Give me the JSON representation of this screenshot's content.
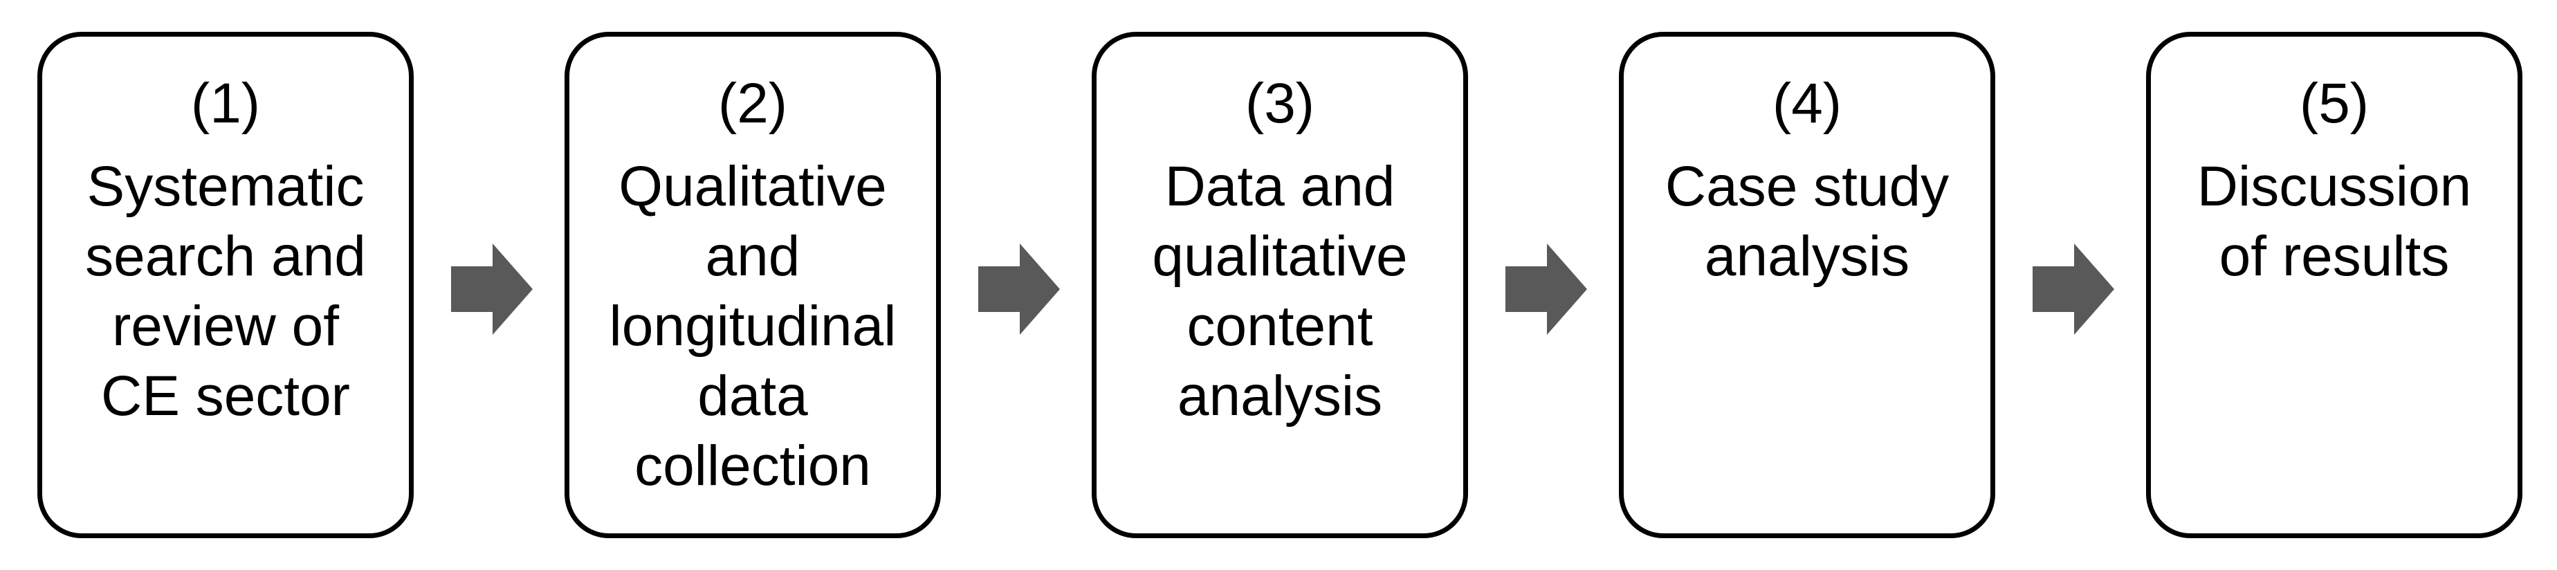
{
  "steps": [
    {
      "number": "(1)",
      "label": "Systematic\nsearch and\nreview of\nCE sector"
    },
    {
      "number": "(2)",
      "label": "Qualitative\nand\nlongitudinal\ndata\ncollection"
    },
    {
      "number": "(3)",
      "label": "Data and\nqualitative\ncontent\nanalysis"
    },
    {
      "number": "(4)",
      "label": "Case study\nanalysis"
    },
    {
      "number": "(5)",
      "label": "Discussion\nof results"
    }
  ],
  "colors": {
    "box_border": "#000000",
    "arrow_fill": "#595959",
    "background": "#ffffff"
  },
  "icons": {
    "connector": "right-arrow-icon"
  }
}
